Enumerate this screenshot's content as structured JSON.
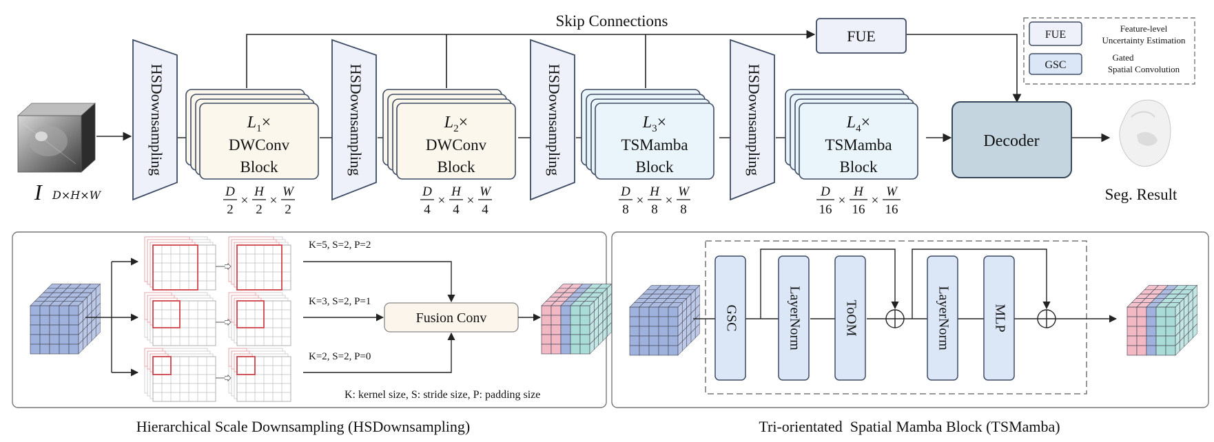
{
  "top": {
    "skip_label": "Skip Connections",
    "fue": "FUE",
    "decoder": "Decoder",
    "seg_result": "Seg. Result",
    "input_symbol": "I",
    "input_dims": "D×H×W",
    "hsd_label": "HSDownsampling",
    "stages": [
      {
        "level": "L",
        "sub": "1",
        "times": "×",
        "line1": "DWConv",
        "line2": "Block",
        "div": "2"
      },
      {
        "level": "L",
        "sub": "2",
        "times": "×",
        "line1": "DWConv",
        "line2": "Block",
        "div": "4"
      },
      {
        "level": "L",
        "sub": "3",
        "times": "×",
        "line1": "TSMamba",
        "line2": "Block",
        "div": "8"
      },
      {
        "level": "L",
        "sub": "4",
        "times": "×",
        "line1": "TSMamba",
        "line2": "Block",
        "div": "16"
      }
    ],
    "dim_letters": [
      "D",
      "H",
      "W"
    ]
  },
  "legend": {
    "items": [
      {
        "key": "FUE",
        "line1": "Feature-level",
        "line2": "Uncertainty Estimation"
      },
      {
        "key": "GSC",
        "line1": "Gated",
        "line2": "Spatial Convolution"
      }
    ]
  },
  "hsd_panel": {
    "branches": [
      "K=5, S=2, P=2",
      "K=3, S=2, P=1",
      "K=2, S=2, P=0"
    ],
    "fusion": "Fusion Conv",
    "note": "K: kernel size, S: stride size, P: padding size",
    "caption": "Hierarchical Scale Downsampling (HSDownsampling)"
  },
  "tsm_panel": {
    "blocks": [
      "GSC",
      "LayerNorm",
      "ToOM",
      "LayerNorm",
      "MLP"
    ],
    "caption": "Tri-orientated  Spatial Mamba Block (TSMamba)"
  },
  "colors": {
    "dwconv_fill": "#fbf7ec",
    "tsmamba_fill": "#eaf4fb",
    "decoder_fill": "#c5d5df",
    "fue_fill": "#eef0fa",
    "block_fill": "#dbe7f7",
    "cube_blue": "#9fb2dd",
    "cube_pink": "#f2b8c4",
    "cube_teal": "#a9dcd6",
    "kernel_red": "#d0414a"
  }
}
